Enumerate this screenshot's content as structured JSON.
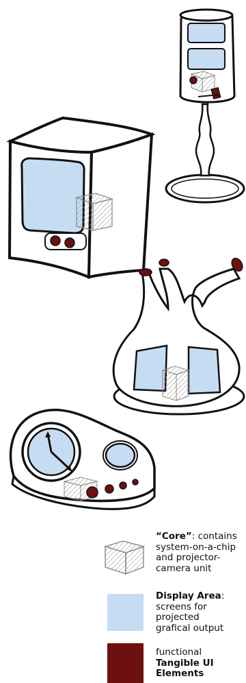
{
  "colors": {
    "display": "#c6dcf3",
    "tangible": "#6e0f10",
    "ink": "#111111",
    "hatch": "#9a9a9a"
  },
  "objects": [
    {
      "name": "lamp-device",
      "icon": "lamp-icon"
    },
    {
      "name": "cube-device",
      "icon": "cube-tv-icon"
    },
    {
      "name": "vase-device",
      "icon": "vase-icon"
    },
    {
      "name": "clock-device",
      "icon": "clock-icon"
    }
  ],
  "legend": {
    "core": {
      "term": "“Core”",
      "rest_line1": ": contains",
      "lines": [
        "system-on-a-chip",
        "and projector-",
        "camera unit"
      ]
    },
    "display": {
      "term": "Display Area",
      "colon": ":",
      "lines": [
        "screens for",
        "projected",
        "grafical output"
      ]
    },
    "tangible": {
      "line1": "functional",
      "term_line1": "Tangible UI",
      "term_line2": "Elements"
    }
  }
}
